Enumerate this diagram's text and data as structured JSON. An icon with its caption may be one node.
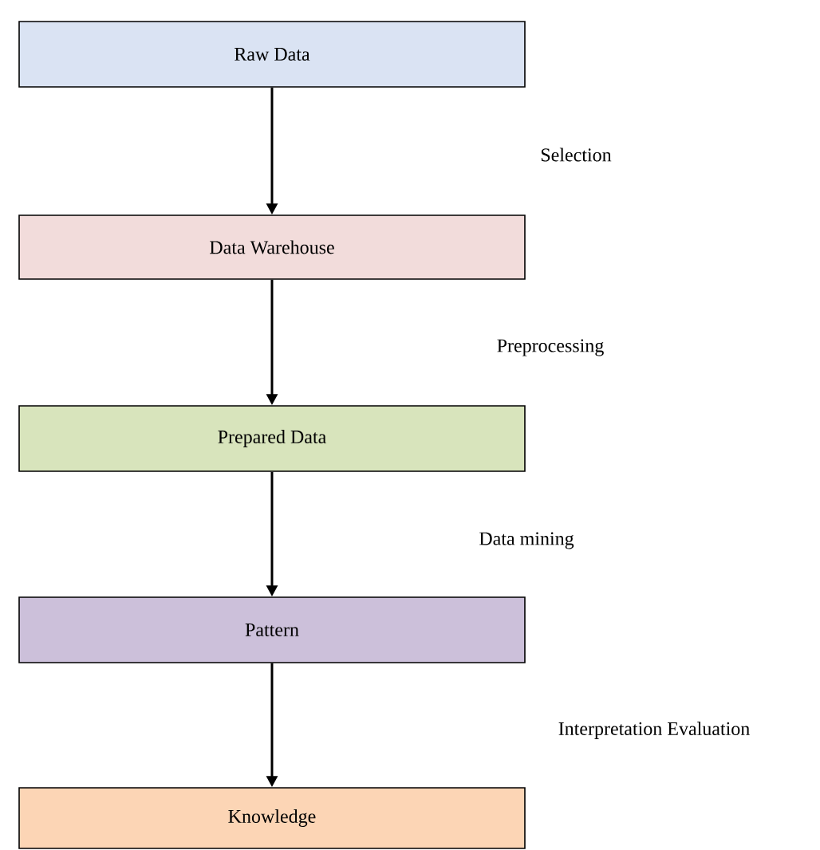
{
  "diagram": {
    "nodes": [
      {
        "text": [
          "Raw Data"
        ]
      },
      {
        "text": [
          "Data Warehouse"
        ]
      },
      {
        "text": [
          "Prepared Data"
        ]
      },
      {
        "text": [
          "Pattern"
        ]
      },
      {
        "text": [
          "Knowledge"
        ]
      }
    ],
    "edges": [
      {
        "from": 0,
        "to": 1,
        "arrow": "to"
      },
      {
        "from": 1,
        "to": 2,
        "arrow": "to"
      },
      {
        "from": 2,
        "to": 3,
        "arrow": "to"
      },
      {
        "from": 3,
        "to": 4,
        "arrow": "to"
      }
    ],
    "labels": [
      "Selection",
      "Preprocessing",
      "Data mining",
      "Interpretation Evaluation"
    ]
  }
}
